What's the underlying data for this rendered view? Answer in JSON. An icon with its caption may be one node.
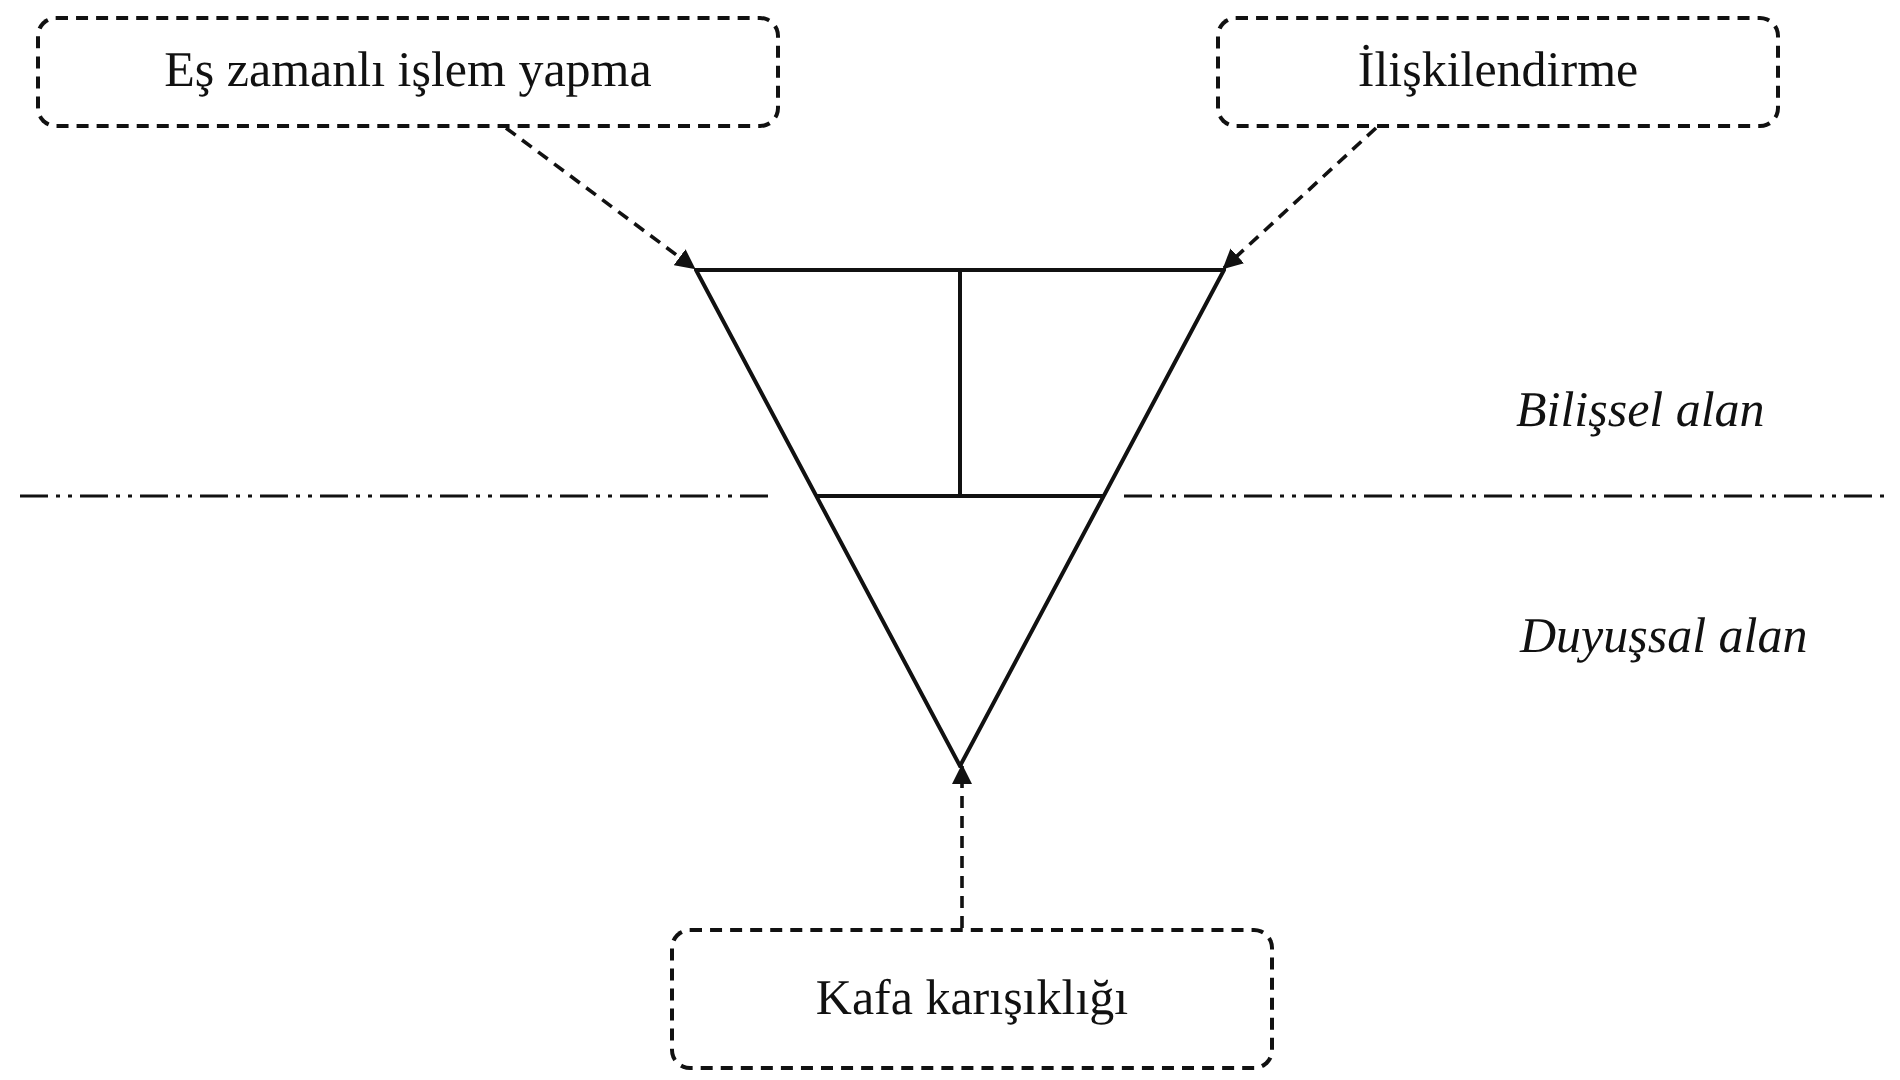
{
  "diagram": {
    "nodes": [
      {
        "text": [
          "Eş zamanlı işlem yapma"
        ]
      },
      {
        "text": [
          "İlişkilendirme"
        ]
      },
      {
        "text": [
          "Kafa karışıklığı"
        ]
      },
      {
        "text": [],
        "shape": "triangle"
      }
    ],
    "edges": [
      {
        "from": 0,
        "to": 3,
        "arrow": "to",
        "style": "dashed"
      },
      {
        "from": 1,
        "to": 3,
        "arrow": "to",
        "style": "dashed"
      },
      {
        "from": 2,
        "to": 3,
        "arrow": "to",
        "style": "dashed"
      }
    ],
    "labels": [
      "Bilişsel alan",
      "Duyuşsal alan"
    ]
  }
}
